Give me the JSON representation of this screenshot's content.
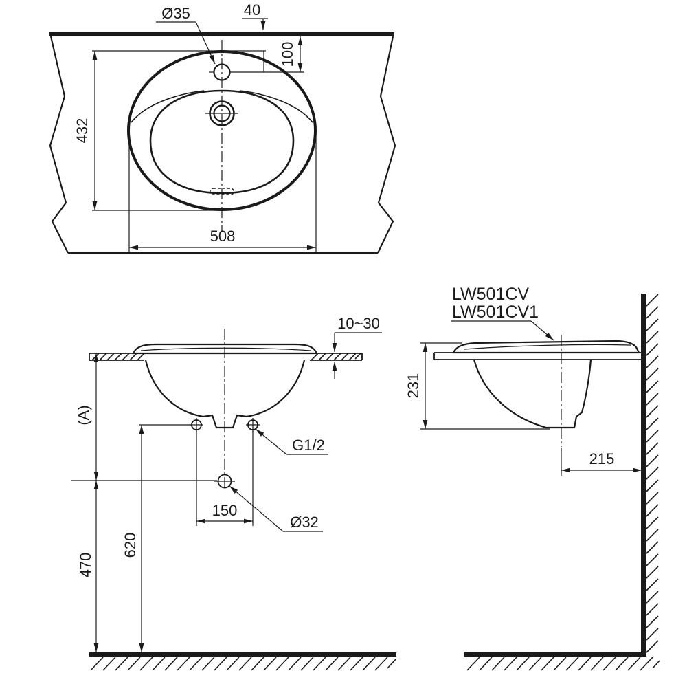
{
  "style": {
    "background": "#ffffff",
    "line_color": "#1a1a1a"
  },
  "top_view": {
    "faucet_hole_dia": "Ø35",
    "edge_offset": "40",
    "faucet_offset": "100",
    "depth": "432",
    "width": "508"
  },
  "front_view": {
    "counter_thickness": "10~30",
    "height_ref": "(A)",
    "supply_thread": "G1/2",
    "supply_spacing": "150",
    "drain_dia": "Ø32",
    "supply_height": "620",
    "drain_height": "470"
  },
  "side_view": {
    "model_a": "LW501CV",
    "model_b": "LW501CV1",
    "bowl_depth": "231",
    "drain_wall_offset": "215"
  }
}
